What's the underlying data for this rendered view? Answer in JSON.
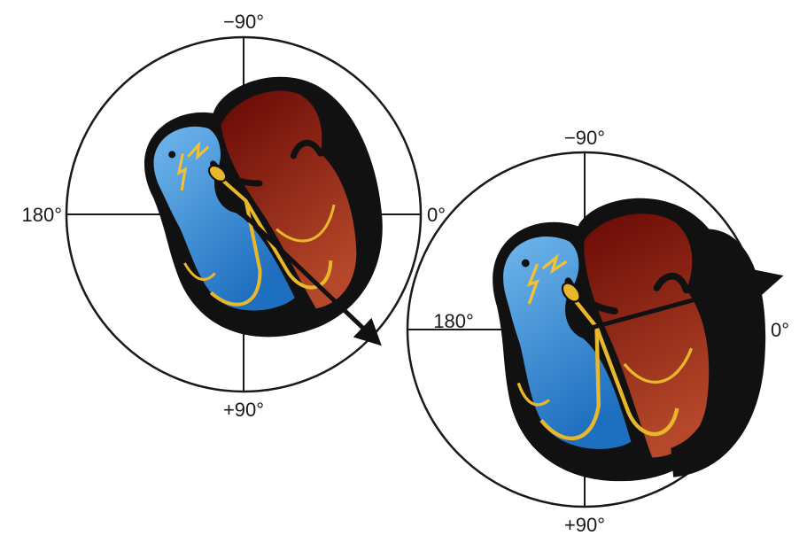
{
  "diagrams": [
    {
      "labels": {
        "top": "−90°",
        "bottom": "+90°",
        "left": "180°",
        "right": "0°"
      },
      "axis_angle_deg": 40
    },
    {
      "labels": {
        "top": "−90°",
        "bottom": "+90°",
        "left": "180°",
        "right": "0°"
      },
      "axis_angle_deg": -20
    }
  ],
  "colors": {
    "right_heart": "#2d8fd8",
    "left_heart": "#8b1a10",
    "conduction": "#e8b82a",
    "outline": "#111111"
  }
}
